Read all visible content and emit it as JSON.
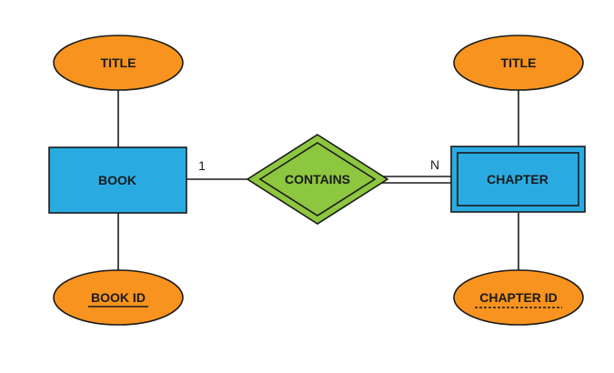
{
  "entities": {
    "book": {
      "label": "BOOK"
    },
    "chapter": {
      "label": "CHAPTER"
    }
  },
  "relationship": {
    "label": "CONTAINS"
  },
  "attributes": {
    "book_title": {
      "label": "TITLE"
    },
    "book_id": {
      "label": "BOOK ID"
    },
    "chapter_title": {
      "label": "TITLE"
    },
    "chapter_id": {
      "label": "CHAPTER ID"
    }
  },
  "cardinality": {
    "book_side": "1",
    "chapter_side": "N"
  },
  "colors": {
    "entity_fill": "#29abe2",
    "attribute_fill": "#f7931e",
    "relationship_fill": "#8dc63f",
    "stroke": "#1a1a1a"
  }
}
